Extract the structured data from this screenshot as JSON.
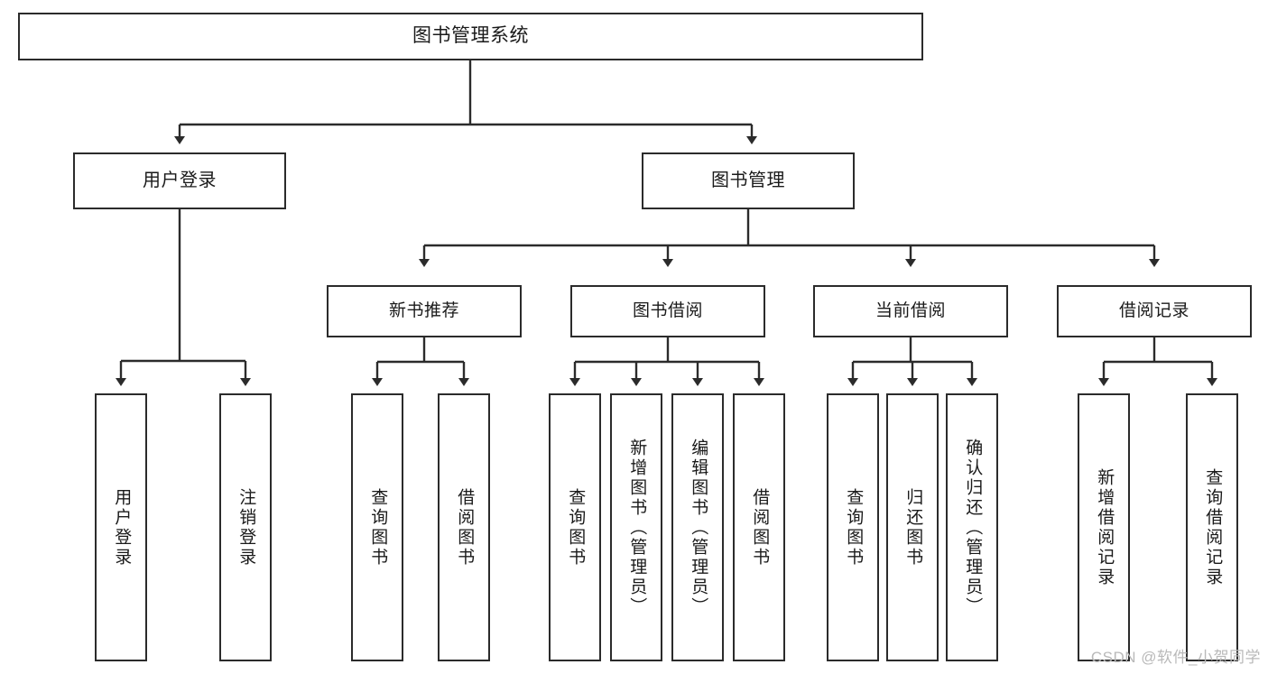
{
  "diagram": {
    "type": "tree-hierarchy",
    "title": "图书管理系统",
    "orientation": "top-down",
    "colors": {
      "box_border": "#2b2b2b",
      "box_fill": "#ffffff",
      "edge": "#2b2b2b",
      "text": "#1a1a1a",
      "watermark": "#b9b9b9",
      "background": "#ffffff"
    },
    "root": {
      "id": "root",
      "label": "图书管理系统"
    },
    "level2": [
      {
        "id": "user-login",
        "label": "用户登录"
      },
      {
        "id": "book-manage",
        "label": "图书管理"
      }
    ],
    "level3": [
      {
        "id": "new-book-recommend",
        "label": "新书推荐",
        "parent": "book-manage"
      },
      {
        "id": "book-borrow",
        "label": "图书借阅",
        "parent": "book-manage"
      },
      {
        "id": "current-borrow",
        "label": "当前借阅",
        "parent": "book-manage"
      },
      {
        "id": "borrow-record",
        "label": "借阅记录",
        "parent": "book-manage"
      }
    ],
    "leaves": [
      {
        "id": "leaf-user-login",
        "label": "用户登录",
        "parent": "user-login"
      },
      {
        "id": "leaf-logout-login",
        "label": "注销登录",
        "parent": "user-login"
      },
      {
        "id": "leaf-query-book-1",
        "label": "查询图书",
        "parent": "new-book-recommend"
      },
      {
        "id": "leaf-borrow-book-1",
        "label": "借阅图书",
        "parent": "new-book-recommend"
      },
      {
        "id": "leaf-query-book-2",
        "label": "查询图书",
        "parent": "book-borrow"
      },
      {
        "id": "leaf-add-book",
        "label": "新增图书（管理员）",
        "parent": "book-borrow"
      },
      {
        "id": "leaf-edit-book",
        "label": "编辑图书（管理员）",
        "parent": "book-borrow"
      },
      {
        "id": "leaf-borrow-book-2",
        "label": "借阅图书",
        "parent": "book-borrow"
      },
      {
        "id": "leaf-query-book-3",
        "label": "查询图书",
        "parent": "current-borrow"
      },
      {
        "id": "leaf-return-book",
        "label": "归还图书",
        "parent": "current-borrow"
      },
      {
        "id": "leaf-confirm-return",
        "label": "确认归还（管理员）",
        "parent": "current-borrow"
      },
      {
        "id": "leaf-add-record",
        "label": "新增借阅记录",
        "parent": "borrow-record"
      },
      {
        "id": "leaf-query-record",
        "label": "查询借阅记录",
        "parent": "borrow-record"
      }
    ]
  },
  "watermark": {
    "text": "CSDN @软件_小贺同学"
  }
}
